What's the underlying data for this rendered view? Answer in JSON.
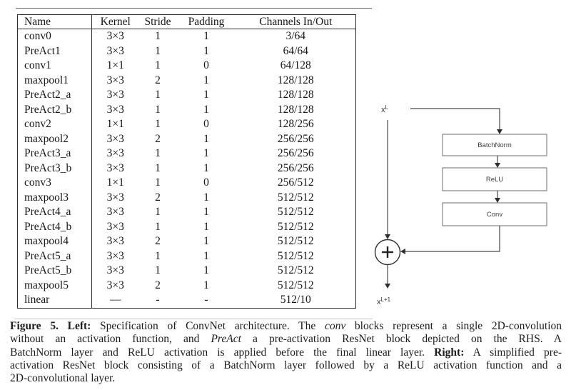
{
  "table": {
    "headers": [
      "Name",
      "Kernel",
      "Stride",
      "Padding",
      "Channels In/Out"
    ],
    "rows": [
      [
        "conv0",
        "3×3",
        "1",
        "1",
        "3/64"
      ],
      [
        "PreAct1",
        "3×3",
        "1",
        "1",
        "64/64"
      ],
      [
        "conv1",
        "1×1",
        "1",
        "0",
        "64/128"
      ],
      [
        "maxpool1",
        "3×3",
        "2",
        "1",
        "128/128"
      ],
      [
        "PreAct2_a",
        "3×3",
        "1",
        "1",
        "128/128"
      ],
      [
        "PreAct2_b",
        "3×3",
        "1",
        "1",
        "128/128"
      ],
      [
        "conv2",
        "1×1",
        "1",
        "0",
        "128/256"
      ],
      [
        "maxpool2",
        "3×3",
        "2",
        "1",
        "256/256"
      ],
      [
        "PreAct3_a",
        "3×3",
        "1",
        "1",
        "256/256"
      ],
      [
        "PreAct3_b",
        "3×3",
        "1",
        "1",
        "256/256"
      ],
      [
        "conv3",
        "1×1",
        "1",
        "0",
        "256/512"
      ],
      [
        "maxpool3",
        "3×3",
        "2",
        "1",
        "512/512"
      ],
      [
        "PreAct4_a",
        "3×3",
        "1",
        "1",
        "512/512"
      ],
      [
        "PreAct4_b",
        "3×3",
        "1",
        "1",
        "512/512"
      ],
      [
        "maxpool4",
        "3×3",
        "2",
        "1",
        "512/512"
      ],
      [
        "PreAct5_a",
        "3×3",
        "1",
        "1",
        "512/512"
      ],
      [
        "PreAct5_b",
        "3×3",
        "1",
        "1",
        "512/512"
      ],
      [
        "maxpool5",
        "3×3",
        "2",
        "1",
        "512/512"
      ],
      [
        "linear",
        "—",
        "-",
        "-",
        "512/10"
      ]
    ]
  },
  "diagram": {
    "input_label": {
      "base": "x",
      "sup": "L"
    },
    "output_label": {
      "base": "x",
      "sup": "L+1"
    },
    "blocks": [
      "BatchNorm",
      "ReLU",
      "Conv"
    ],
    "sum_symbol": "+",
    "line_color": "#474747",
    "box_border_color": "#7a7a7a"
  },
  "caption": {
    "lines": [
      [
        {
          "t": "Figure 5. ",
          "b": true
        },
        {
          "t": "Left:",
          "b": true
        },
        {
          "t": " Specification of ConvNet architecture.  The "
        },
        {
          "t": "conv",
          "i": true
        },
        {
          "t": " blocks represent a single 2D-convolution"
        }
      ],
      [
        {
          "t": "without an activation function, and "
        },
        {
          "t": "PreAct",
          "i": true
        },
        {
          "t": " a pre-activation ResNet block depicted on the RHS.  A"
        }
      ],
      [
        {
          "t": "BatchNorm layer and ReLU activation is applied before the final linear layer. "
        },
        {
          "t": "Right:",
          "b": true
        },
        {
          "t": " A simplified pre-"
        }
      ],
      [
        {
          "t": "activation ResNet block consisting of a BatchNorm layer followed by a ReLU activation function and a"
        }
      ],
      [
        {
          "t": "2D-convolutional layer."
        }
      ]
    ]
  }
}
